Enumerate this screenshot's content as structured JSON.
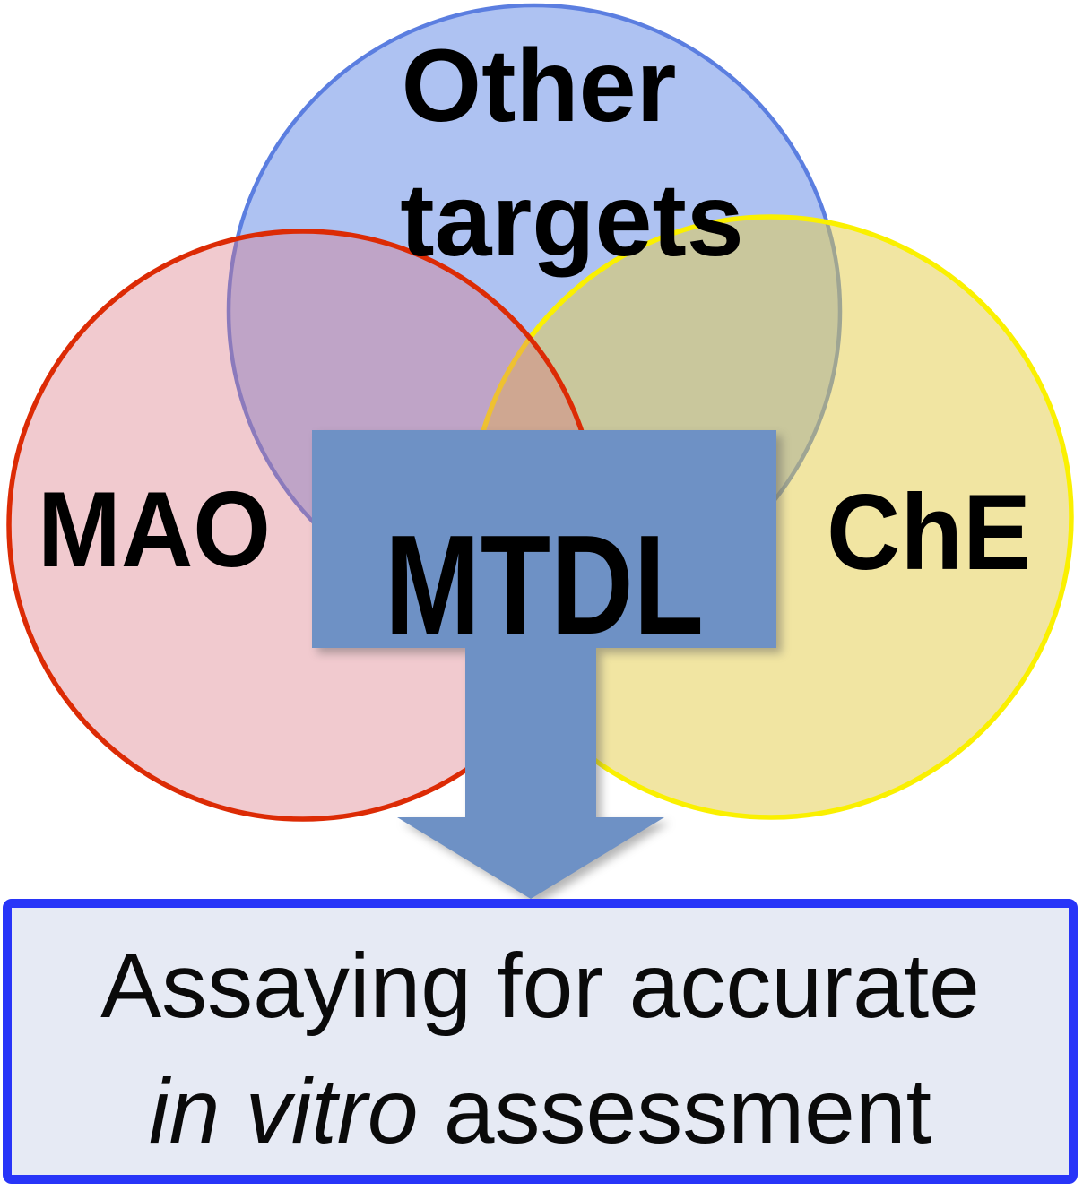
{
  "diagram": {
    "venn": {
      "circle_other": {
        "label_line1": "Other",
        "label_line2": "targets",
        "fill": "#AEC2F2",
        "stroke": "#5B7EE0"
      },
      "circle_mao": {
        "label": "MAO",
        "fill": "#DA7380",
        "stroke": "#DC2B05"
      },
      "circle_che": {
        "label": "ChE",
        "fill": "#E3CB45",
        "stroke": "#FAF000"
      }
    },
    "center_callout": {
      "label": "MTDL",
      "fill": "#6E91C5",
      "text_color": "#FFFFFF"
    },
    "outcome_box": {
      "line1": "Assaying for accurate",
      "line2_italic": "in vitro",
      "line2_rest": " assessment",
      "border_color": "#2835F8",
      "fill": "#E6EAF4"
    }
  }
}
